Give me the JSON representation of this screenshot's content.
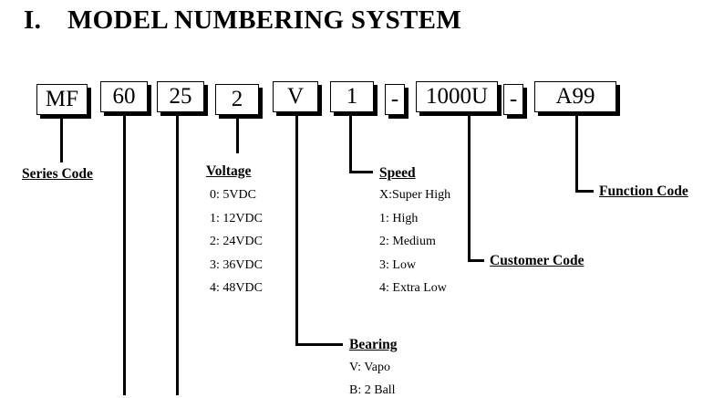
{
  "heading": {
    "number": "I.",
    "title": "MODEL NUMBERING SYSTEM"
  },
  "boxes": {
    "series": "MF",
    "size_a": "60",
    "size_b": "25",
    "voltage": "2",
    "bearing": "V",
    "speed": "1",
    "dash1": "-",
    "customer": "1000U",
    "dash2": "-",
    "function": "A99"
  },
  "labels": {
    "series_code": "Series Code",
    "voltage": "Voltage",
    "speed": "Speed",
    "function_code": "Function Code",
    "customer_code": "Customer Code",
    "bearing": "Bearing"
  },
  "voltage_options": [
    "0: 5VDC",
    "1: 12VDC",
    "2: 24VDC",
    "3: 36VDC",
    "4: 48VDC"
  ],
  "speed_options": [
    "X:Super High",
    "1: High",
    "2: Medium",
    "3: Low",
    "4: Extra Low"
  ],
  "bearing_options": [
    "V: Vapo",
    "B: 2 Ball"
  ]
}
